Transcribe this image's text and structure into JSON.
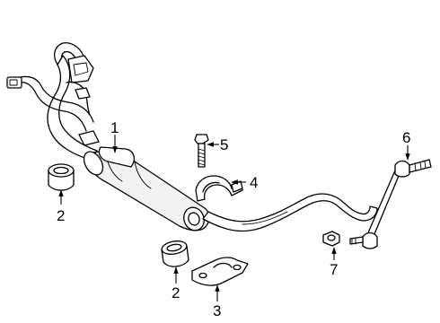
{
  "callouts": {
    "stabilizer_bar": "1",
    "bushing_upper": "2",
    "bushing_lower": "2",
    "bracket_lower": "3",
    "bracket_upper": "4",
    "bolt": "5",
    "link": "6",
    "nut": "7"
  }
}
